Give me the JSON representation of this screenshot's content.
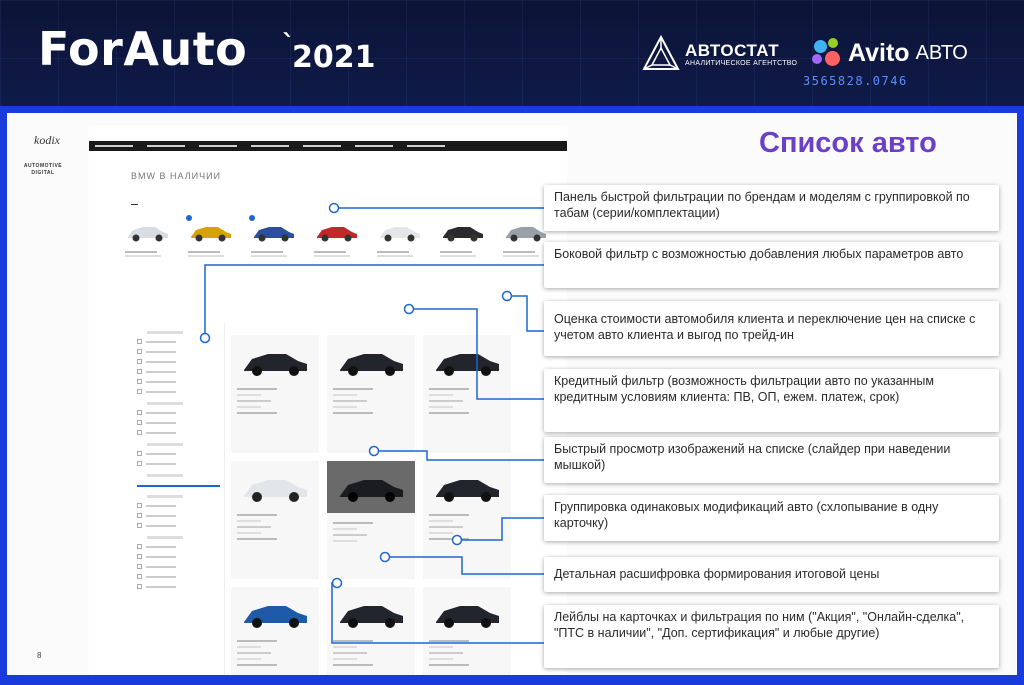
{
  "banner": {
    "event_name": "ForAuto",
    "event_year": "2021",
    "partner_1": "АВТОСТАТ",
    "partner_1_sub": "АНАЛИТИЧЕСКОЕ АГЕНТСТВО",
    "partner_2": "Avito",
    "partner_2_sub": "АВТО",
    "counter": "3565828.0746"
  },
  "slide": {
    "title": "Список авто",
    "brand_logo": "kodix",
    "brand_sub": "AUTOMOTIVE DIGITAL",
    "page_number": "8",
    "site_heading": "BMW В НАЛИЧИИ",
    "annotations": [
      "Панель быстрой фильтрации по брендам и моделям с группировкой по табам (серии/комплектации)",
      "Боковой фильтр с возможностью добавления любых параметров авто",
      "Оценка стоимости автомобиля клиента и переключение цен на списке с учетом авто клиента и выгод по трейд-ин",
      "Кредитный фильтр (возможность фильтрации авто по указанным кредитным условиям клиента: ПВ, ОП, ежем. платеж, срок)",
      "Быстрый просмотр изображений на списке (слайдер при наведении мышкой)",
      "Группировка одинаковых модификаций авто (схлопывание в одну карточку)",
      "Детальная расшифровка формирования итоговой цены",
      "Лейблы на карточках и фильтрация по ним (\"Акция\", \"Онлайн-сделка\", \"ПТС в наличии\", \"Доп. сертификация\" и любые другие)"
    ]
  },
  "colors": {
    "frame": "#1a3bdc",
    "title": "#6b3fc8",
    "connector": "#1e66d0"
  }
}
